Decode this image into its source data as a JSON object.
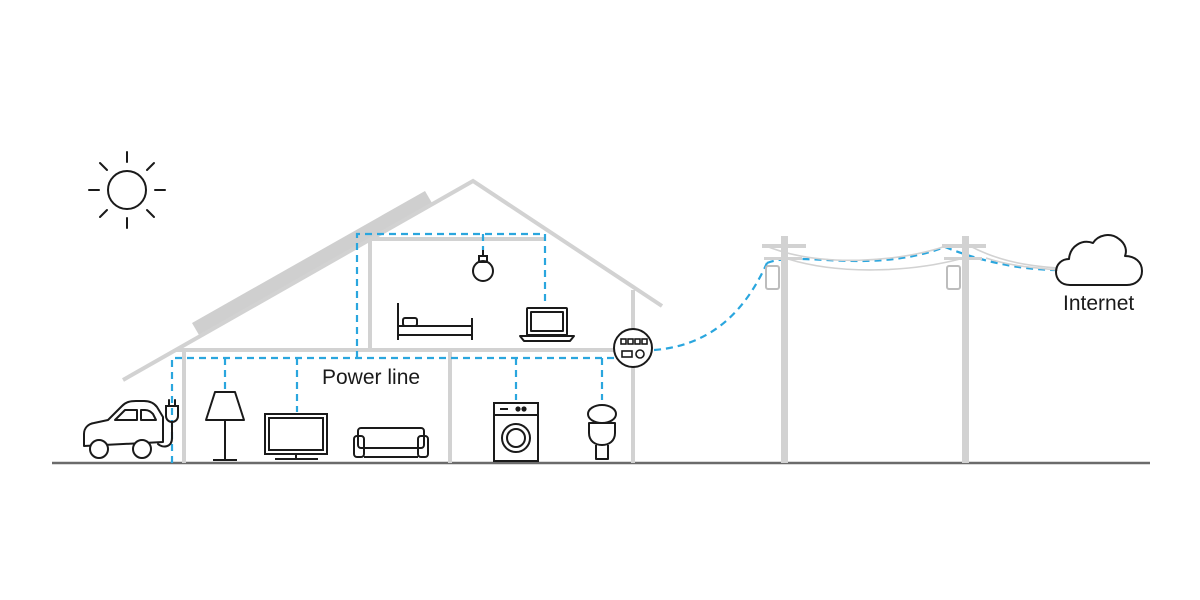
{
  "labels": {
    "power_line": "Power line",
    "internet": "Internet"
  },
  "colors": {
    "structure": "#cfcfcf",
    "line_art": "#1a1a1a",
    "power_line": "#2aa6de",
    "ground": "#6b6b6b"
  },
  "icons": [
    "sun-icon",
    "solar-panel-icon",
    "house-outline",
    "electric-car-icon",
    "ev-plug-icon",
    "floor-lamp-icon",
    "tv-icon",
    "sofa-icon",
    "washing-machine-icon",
    "toilet-icon",
    "bed-icon",
    "laptop-icon",
    "light-bulb-icon",
    "smart-meter-icon",
    "utility-pole-icon",
    "transformer-icon",
    "cloud-icon"
  ]
}
